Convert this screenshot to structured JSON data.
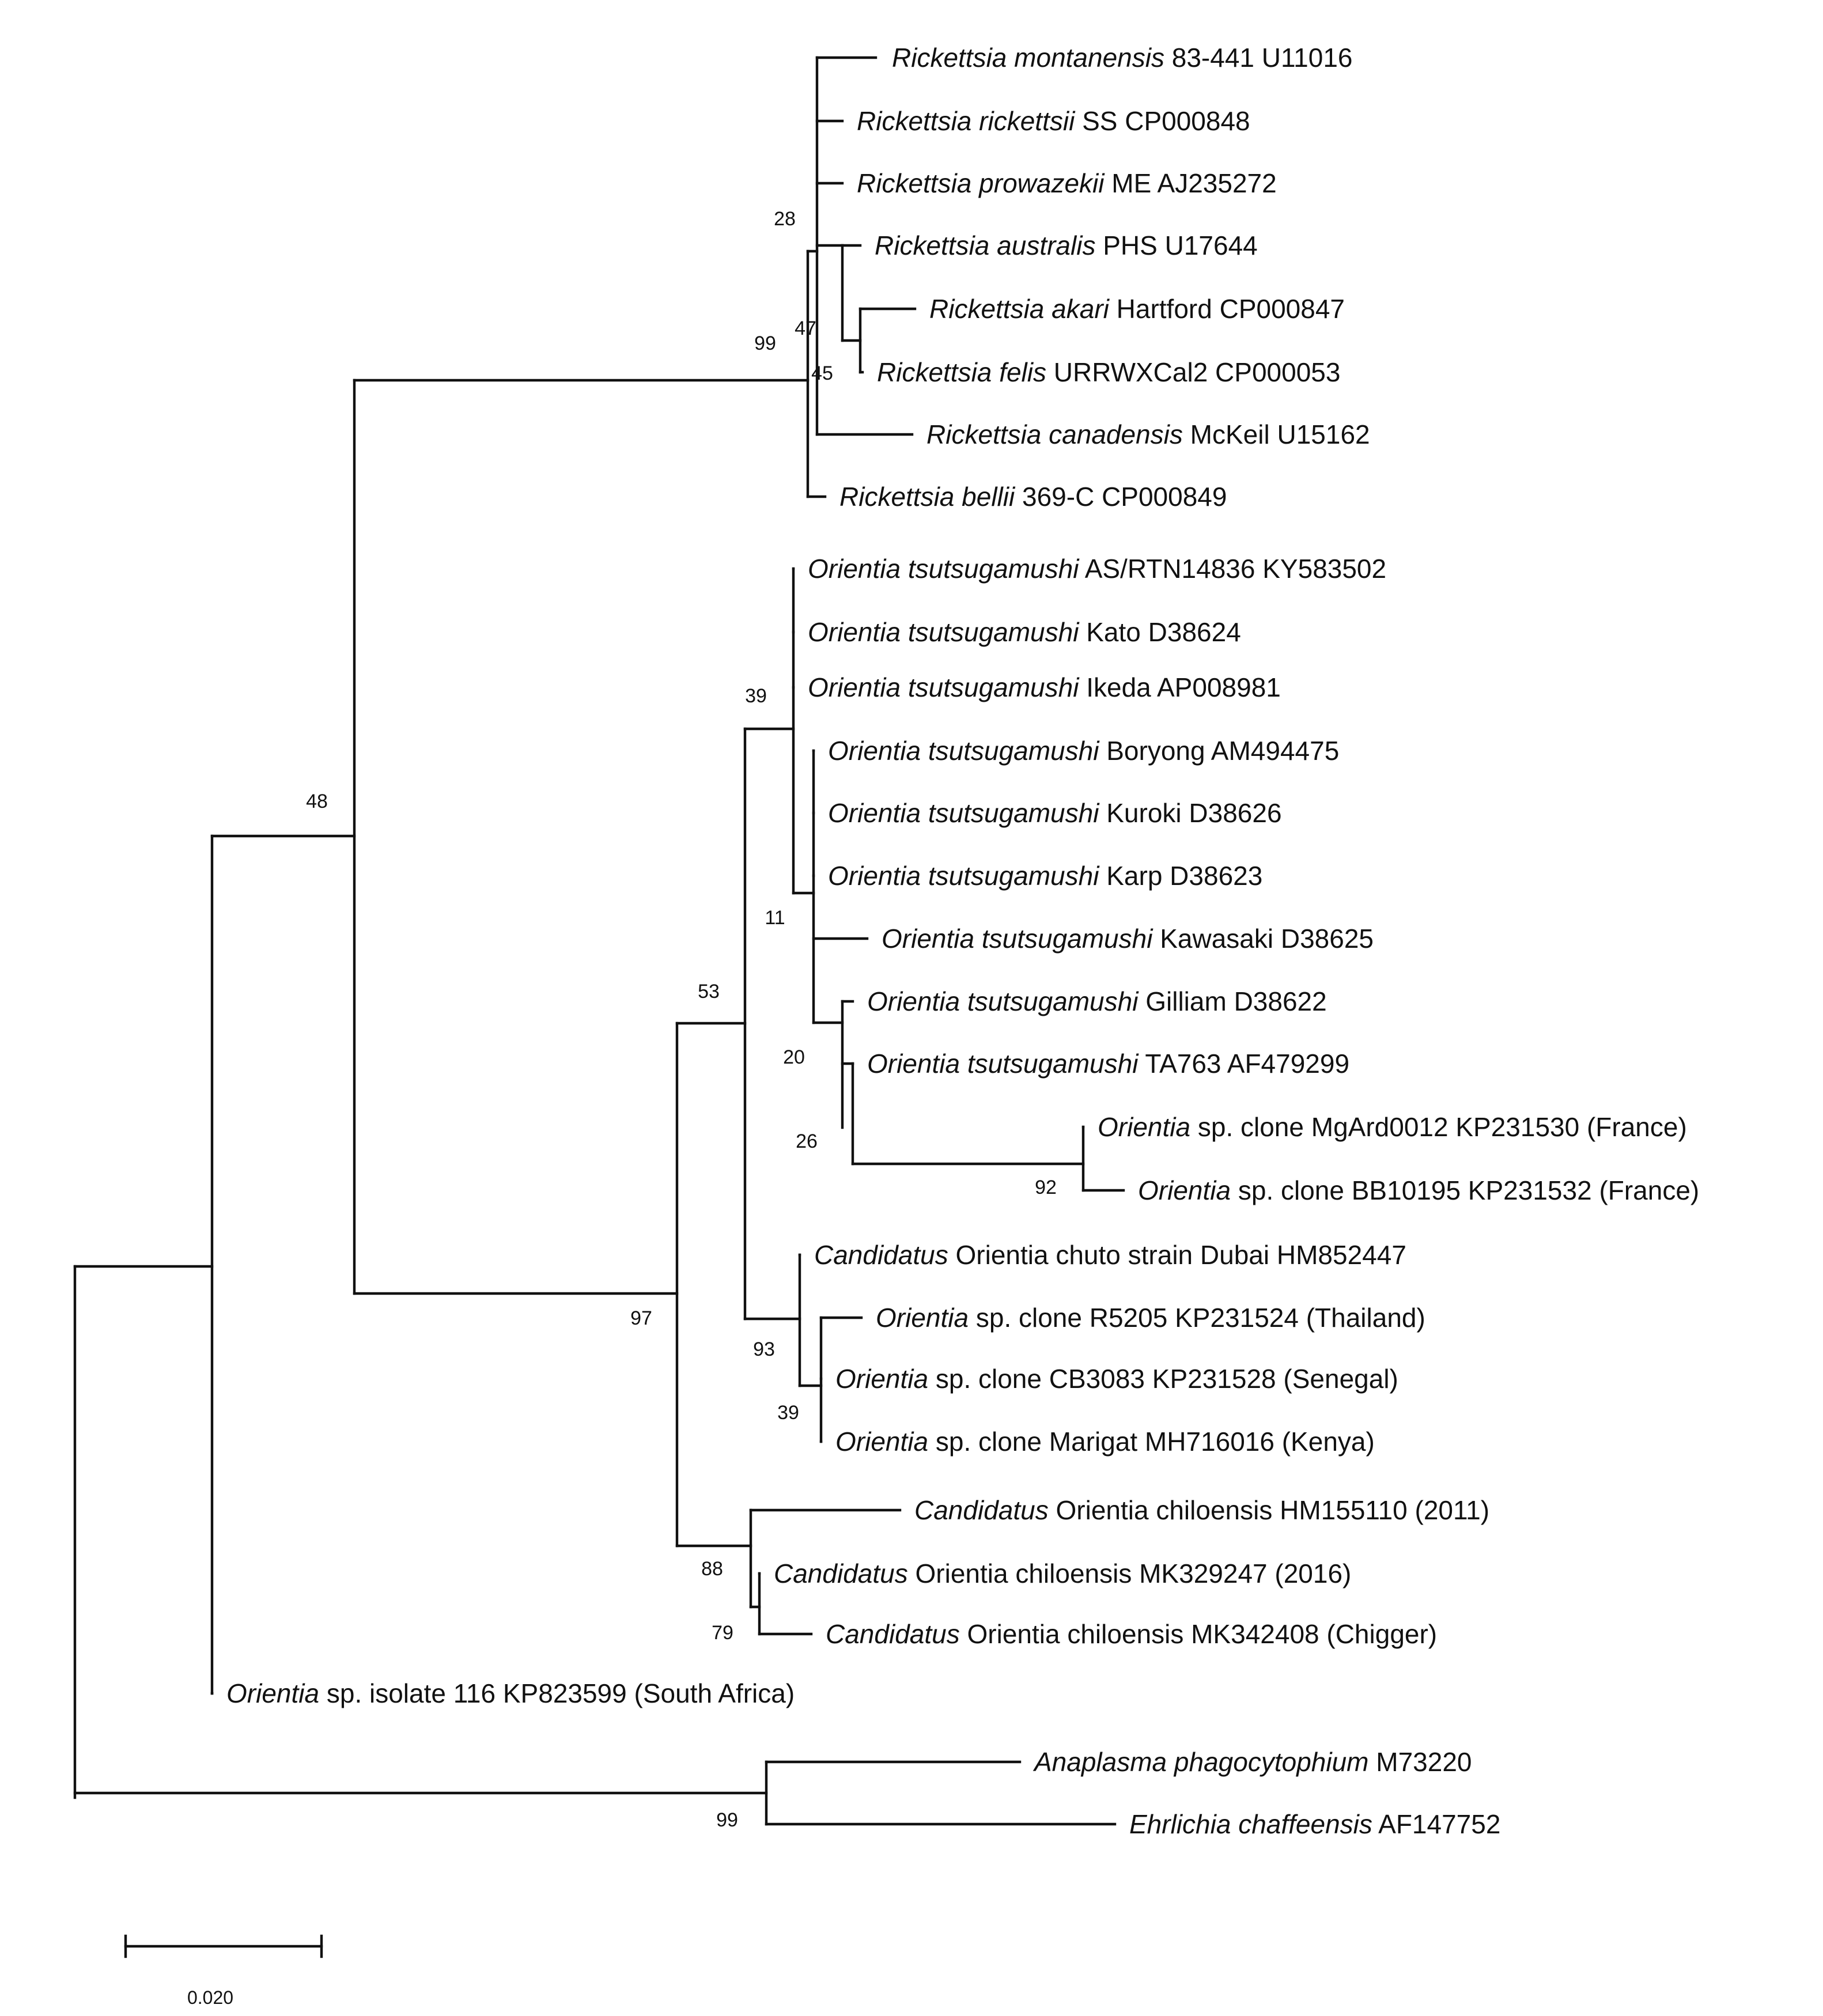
{
  "figure": {
    "type": "phylogenetic-tree",
    "line_color": "#111111",
    "background": "#ffffff"
  },
  "taxa": [
    {
      "id": "rmon",
      "genus": "Rickettsia montanensis",
      "detail": "83-441 U11016"
    },
    {
      "id": "rric",
      "genus": "Rickettsia rickettsii",
      "detail": "SS CP000848"
    },
    {
      "id": "rpro",
      "genus": "Rickettsia prowazekii",
      "detail": "ME AJ235272"
    },
    {
      "id": "raus",
      "genus": "Rickettsia australis",
      "detail": "PHS U17644"
    },
    {
      "id": "raka",
      "genus": "Rickettsia akari",
      "detail": "Hartford CP000847"
    },
    {
      "id": "rfel",
      "genus": "Rickettsia felis",
      "detail": "URRWXCal2 CP000053"
    },
    {
      "id": "rcan",
      "genus": "Rickettsia canadensis",
      "detail": "McKeil U15162"
    },
    {
      "id": "rbel",
      "genus": "Rickettsia bellii",
      "detail": "369-C CP000849"
    },
    {
      "id": "otas",
      "genus": "Orientia tsutsugamushi",
      "detail": "AS/RTN14836 KY583502"
    },
    {
      "id": "otkato",
      "genus": "Orientia tsutsugamushi",
      "detail": "Kato D38624"
    },
    {
      "id": "otike",
      "genus": "Orientia tsutsugamushi",
      "detail": "Ikeda AP008981"
    },
    {
      "id": "otbor",
      "genus": "Orientia tsutsugamushi",
      "detail": "Boryong AM494475"
    },
    {
      "id": "otkur",
      "genus": "Orientia tsutsugamushi",
      "detail": "Kuroki D38626"
    },
    {
      "id": "otkarp",
      "genus": "Orientia tsutsugamushi",
      "detail": "Karp D38623"
    },
    {
      "id": "otkaw",
      "genus": "Orientia tsutsugamushi",
      "detail": "Kawasaki D38625"
    },
    {
      "id": "otgil",
      "genus": "Orientia tsutsugamushi",
      "detail": "Gilliam D38622"
    },
    {
      "id": "otta",
      "genus": "Orientia tsutsugamushi",
      "detail": "TA763 AF479299"
    },
    {
      "id": "osmg",
      "genus": "Orientia",
      "detail": "sp. clone MgArd0012 KP231530 (France)"
    },
    {
      "id": "osbb",
      "genus": "Orientia",
      "detail": "sp. clone BB10195 KP231532 (France)"
    },
    {
      "id": "coch",
      "genus": "Candidatus",
      "detail": "Orientia chuto strain Dubai HM852447"
    },
    {
      "id": "osr5",
      "genus": "Orientia",
      "detail": "sp. clone R5205 KP231524 (Thailand)"
    },
    {
      "id": "oscb",
      "genus": "Orientia",
      "detail": "sp. clone CB3083 KP231528 (Senegal)"
    },
    {
      "id": "osmar",
      "genus": "Orientia",
      "detail": "sp. clone Marigat MH716016 (Kenya)"
    },
    {
      "id": "cochi2011",
      "genus": "Candidatus",
      "detail": "Orientia chiloensis HM155110 (2011)"
    },
    {
      "id": "cochi2016",
      "genus": "Candidatus",
      "detail": "Orientia chiloensis MK329247 (2016)"
    },
    {
      "id": "cochichig",
      "genus": "Candidatus",
      "detail": "Orientia chiloensis MK342408 (Chigger)"
    },
    {
      "id": "os116",
      "genus": "Orientia",
      "detail": "sp. isolate 116 KP823599 (South Africa)"
    },
    {
      "id": "anap",
      "genus": "Anaplasma phagocytophium",
      "detail": "M73220"
    },
    {
      "id": "ehrl",
      "genus": "Ehrlichia chaffeensis",
      "detail": "AF147752"
    }
  ],
  "bootstrap_values": [
    "28",
    "47",
    "99",
    "45",
    "39",
    "48",
    "11",
    "53",
    "20",
    "26",
    "92",
    "97",
    "93",
    "39",
    "88",
    "79",
    "99"
  ],
  "scale_bar": {
    "label": "0.020",
    "length": 0.02
  }
}
